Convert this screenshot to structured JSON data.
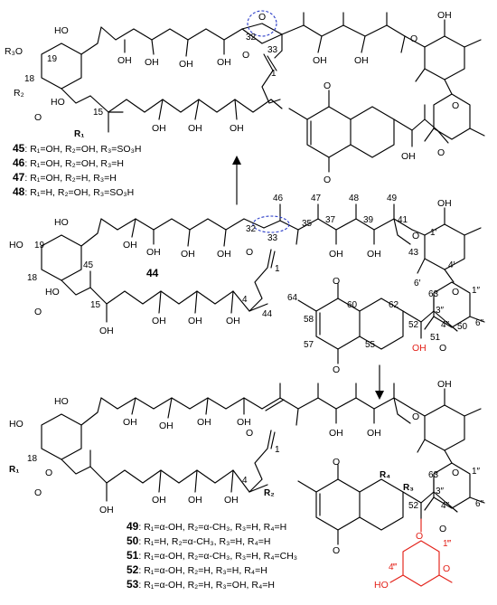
{
  "figure": {
    "compound_44_label": "44",
    "top": {
      "legend": [
        {
          "id": "45",
          "text": ": R₁=OH, R₂=OH, R₃=SO₃H"
        },
        {
          "id": "46",
          "text": ": R₁=OH, R₂=OH, R₃=H"
        },
        {
          "id": "47",
          "text": ": R₁=OH, R₂=H, R₃=H"
        },
        {
          "id": "48",
          "text": ": R₁=H, R₂=OH, R₃=SO₃H"
        }
      ],
      "labels": {
        "r1": "R₁",
        "r2": "R₂",
        "r3o": "R₃O",
        "c19": "19",
        "c18": "18",
        "c15": "15",
        "c32": "32",
        "c33": "33",
        "c1": "1",
        "ho": "HO",
        "oh": "OH",
        "o": "O"
      }
    },
    "middle": {
      "labels": {
        "ho": "HO",
        "oh": "OH",
        "o": "O",
        "c19": "19",
        "c18": "18",
        "c15": "15",
        "c45": "45",
        "c4": "4",
        "c44": "44",
        "c32": "32",
        "c33": "33",
        "c35": "35",
        "c37": "37",
        "c39": "39",
        "c41": "41",
        "c43": "43",
        "c46": "46",
        "c47": "47",
        "c48": "48",
        "c49": "49",
        "c1": "1",
        "c1p": "1′",
        "c4p": "4′",
        "c6p": "6′",
        "c1pp": "1″",
        "c4pp": "4″",
        "c6pp": "6″",
        "c3pp": "3″",
        "c50": "50",
        "c51": "51",
        "c52": "52",
        "c55": "55",
        "c57": "57",
        "c58": "58",
        "c60": "60",
        "c62": "62",
        "c63": "63",
        "c64": "64"
      }
    },
    "bottom": {
      "legend": [
        {
          "id": "49",
          "text": ": R₁=α-OH, R₂=α-CH₃, R₃=H, R₄=H"
        },
        {
          "id": "50",
          "text": ": R₁=H, R₂=α-CH₃, R₃=H, R₄=H"
        },
        {
          "id": "51",
          "text": ": R₁=α-OH, R₂=α-CH₃, R₃=H, R₄=CH₃"
        },
        {
          "id": "52",
          "text": ": R₁=α-OH, R₂=H, R₃=H, R₄=H"
        },
        {
          "id": "53",
          "text": ": R₁=α-OH, R₂=H, R₃=OH, R₄=H"
        }
      ],
      "labels": {
        "ho": "HO",
        "oh": "OH",
        "o": "O",
        "c18": "18",
        "c4": "4",
        "c1": "1",
        "r1": "R₁",
        "r2": "R₂",
        "r3": "R₃",
        "r4": "R₄",
        "c1pp": "1″",
        "c3pp": "3″",
        "c4pp": "4″",
        "c6pp": "6″",
        "c63": "63",
        "c52": "52",
        "c1ppp": "1‴",
        "c4ppp": "4‴"
      }
    },
    "colors": {
      "bond": "#000000",
      "highlight": "#e32119",
      "oval": "#2a3cc8"
    },
    "arrows": [
      "up-arrow",
      "down-arrow"
    ]
  }
}
